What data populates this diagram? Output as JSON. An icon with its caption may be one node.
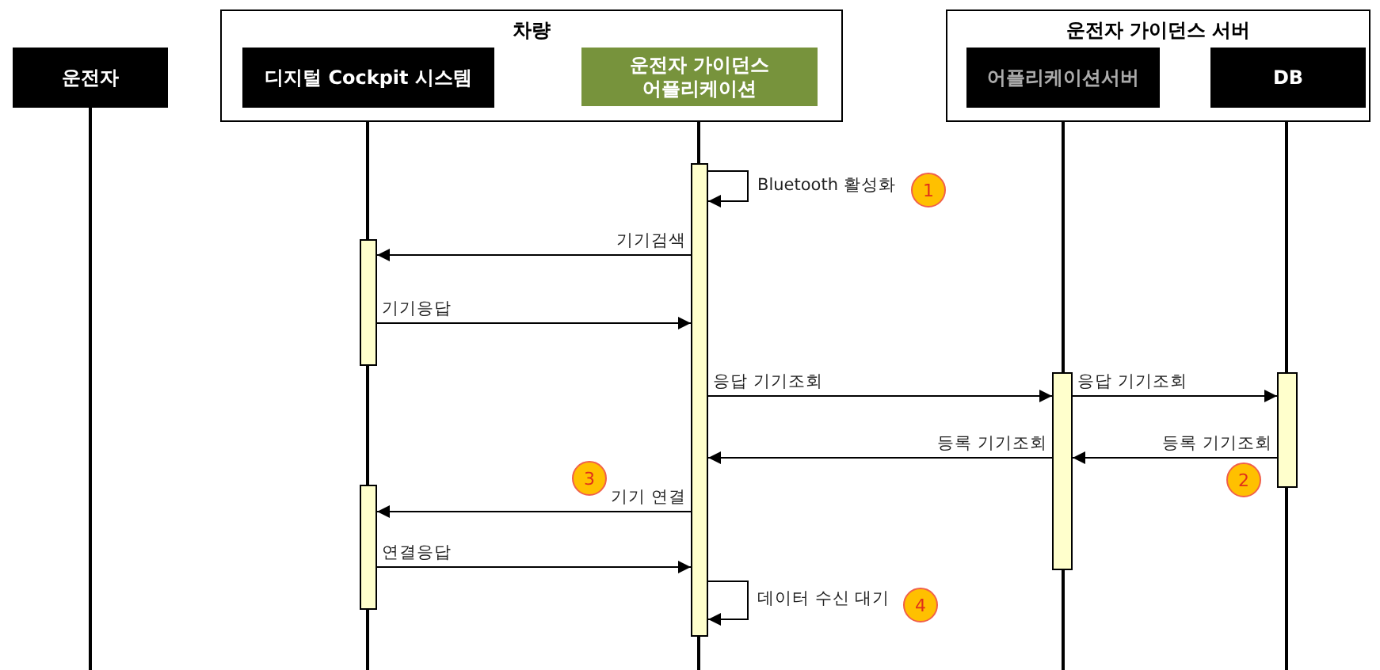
{
  "diagram": {
    "nodes": [
      {
        "text": [
          "운전자"
        ]
      },
      {
        "text": [
          "차량"
        ]
      },
      {
        "text": [
          "디지털 Cockpit 시스템"
        ],
        "in": 1
      },
      {
        "text": [
          "운전자 가이던스 어플리케이션"
        ],
        "in": 1
      },
      {
        "text": [
          "운전자 가이던스 서버"
        ]
      },
      {
        "text": [
          "어플리케이션서버"
        ],
        "in": 4
      },
      {
        "text": [
          "DB"
        ],
        "in": 4
      },
      {
        "text": [],
        "shape": "bar"
      },
      {
        "text": [],
        "shape": "bar"
      },
      {
        "text": [],
        "shape": "bar"
      },
      {
        "text": [],
        "shape": "bar"
      },
      {
        "text": [],
        "shape": "bar"
      },
      {
        "text": [
          "1"
        ]
      },
      {
        "text": [
          "3"
        ]
      },
      {
        "text": [
          "2"
        ]
      },
      {
        "text": [
          "4"
        ]
      }
    ],
    "edges": [
      {
        "from": 8,
        "to": 8,
        "label": "Bluetooth 활성화",
        "arrow": "to"
      },
      {
        "from": 8,
        "to": 7,
        "label": "기기검색",
        "arrow": "to"
      },
      {
        "from": 7,
        "to": 8,
        "label": "기기응답",
        "arrow": "to"
      },
      {
        "from": 8,
        "to": 10,
        "label": "응답 기기조회",
        "arrow": "to"
      },
      {
        "from": 10,
        "to": 11,
        "label": "응답 기기조회",
        "arrow": "to"
      },
      {
        "from": 11,
        "to": 10,
        "label": "등록 기기조회",
        "arrow": "to"
      },
      {
        "from": 10,
        "to": 8,
        "label": "등록 기기조회",
        "arrow": "to"
      },
      {
        "from": 8,
        "to": 9,
        "label": "기기 연결",
        "arrow": "to"
      },
      {
        "from": 9,
        "to": 8,
        "label": "연결응답",
        "arrow": "to"
      },
      {
        "from": 8,
        "to": 8,
        "label": "데이터 수신 대기",
        "arrow": "to"
      }
    ]
  }
}
